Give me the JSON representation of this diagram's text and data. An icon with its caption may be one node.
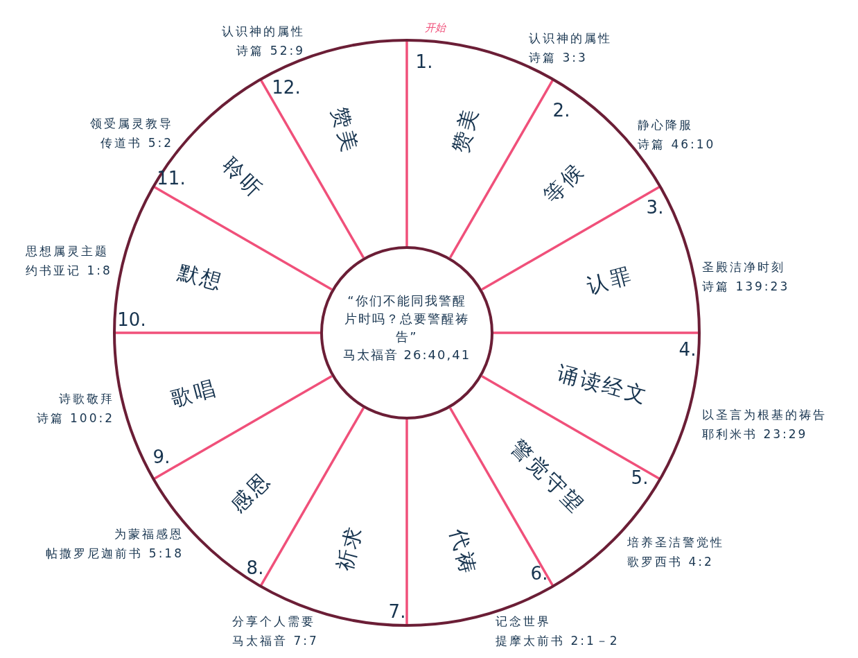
{
  "diagram": {
    "nodes": [
      {
        "text": [
          "1.",
          "赞美"
        ],
        "beside": [
          "认识神的属性",
          "诗篇 3:3"
        ]
      },
      {
        "text": [
          "2.",
          "等候"
        ],
        "beside": [
          "静心降服",
          "诗篇 46:10"
        ]
      },
      {
        "text": [
          "3.",
          "认罪"
        ],
        "beside": [
          "圣殿洁净时刻",
          "诗篇 139:23"
        ]
      },
      {
        "text": [
          "4.",
          "诵读经文"
        ],
        "beside": [
          "以圣言为根基的祷告",
          "耶利米书 23:29"
        ]
      },
      {
        "text": [
          "5.",
          "警觉守望"
        ],
        "beside": [
          "培养圣洁警觉性",
          "歌罗西书 4:2"
        ]
      },
      {
        "text": [
          "6.",
          "代祷"
        ],
        "beside": [
          "记念世界",
          "提摩太前书 2:1－2"
        ]
      },
      {
        "text": [
          "7.",
          "祈求"
        ],
        "beside": [
          "分享个人需要",
          "马太福音 7:7"
        ]
      },
      {
        "text": [
          "8.",
          "感恩"
        ],
        "beside": [
          "为蒙福感恩",
          "帖撒罗尼迦前书 5:18"
        ]
      },
      {
        "text": [
          "9.",
          "歌唱"
        ],
        "beside": [
          "诗歌敬拜",
          "诗篇 100:2"
        ]
      },
      {
        "text": [
          "10.",
          "默想"
        ],
        "beside": [
          "思想属灵主题",
          "约书亚记 1:8"
        ]
      },
      {
        "text": [
          "11.",
          "聆听"
        ],
        "beside": [
          "领受属灵教导",
          "传道书 5:2"
        ]
      },
      {
        "text": [
          "12.",
          "赞美"
        ],
        "beside": [
          "认识神的属性",
          "诗篇 52:9"
        ]
      },
      {
        "text": [
          "“你们不能同我警醒片时吗？总要警醒祷告”",
          "马太福音 26:40,41"
        ]
      }
    ],
    "labels": [
      "开始"
    ]
  }
}
